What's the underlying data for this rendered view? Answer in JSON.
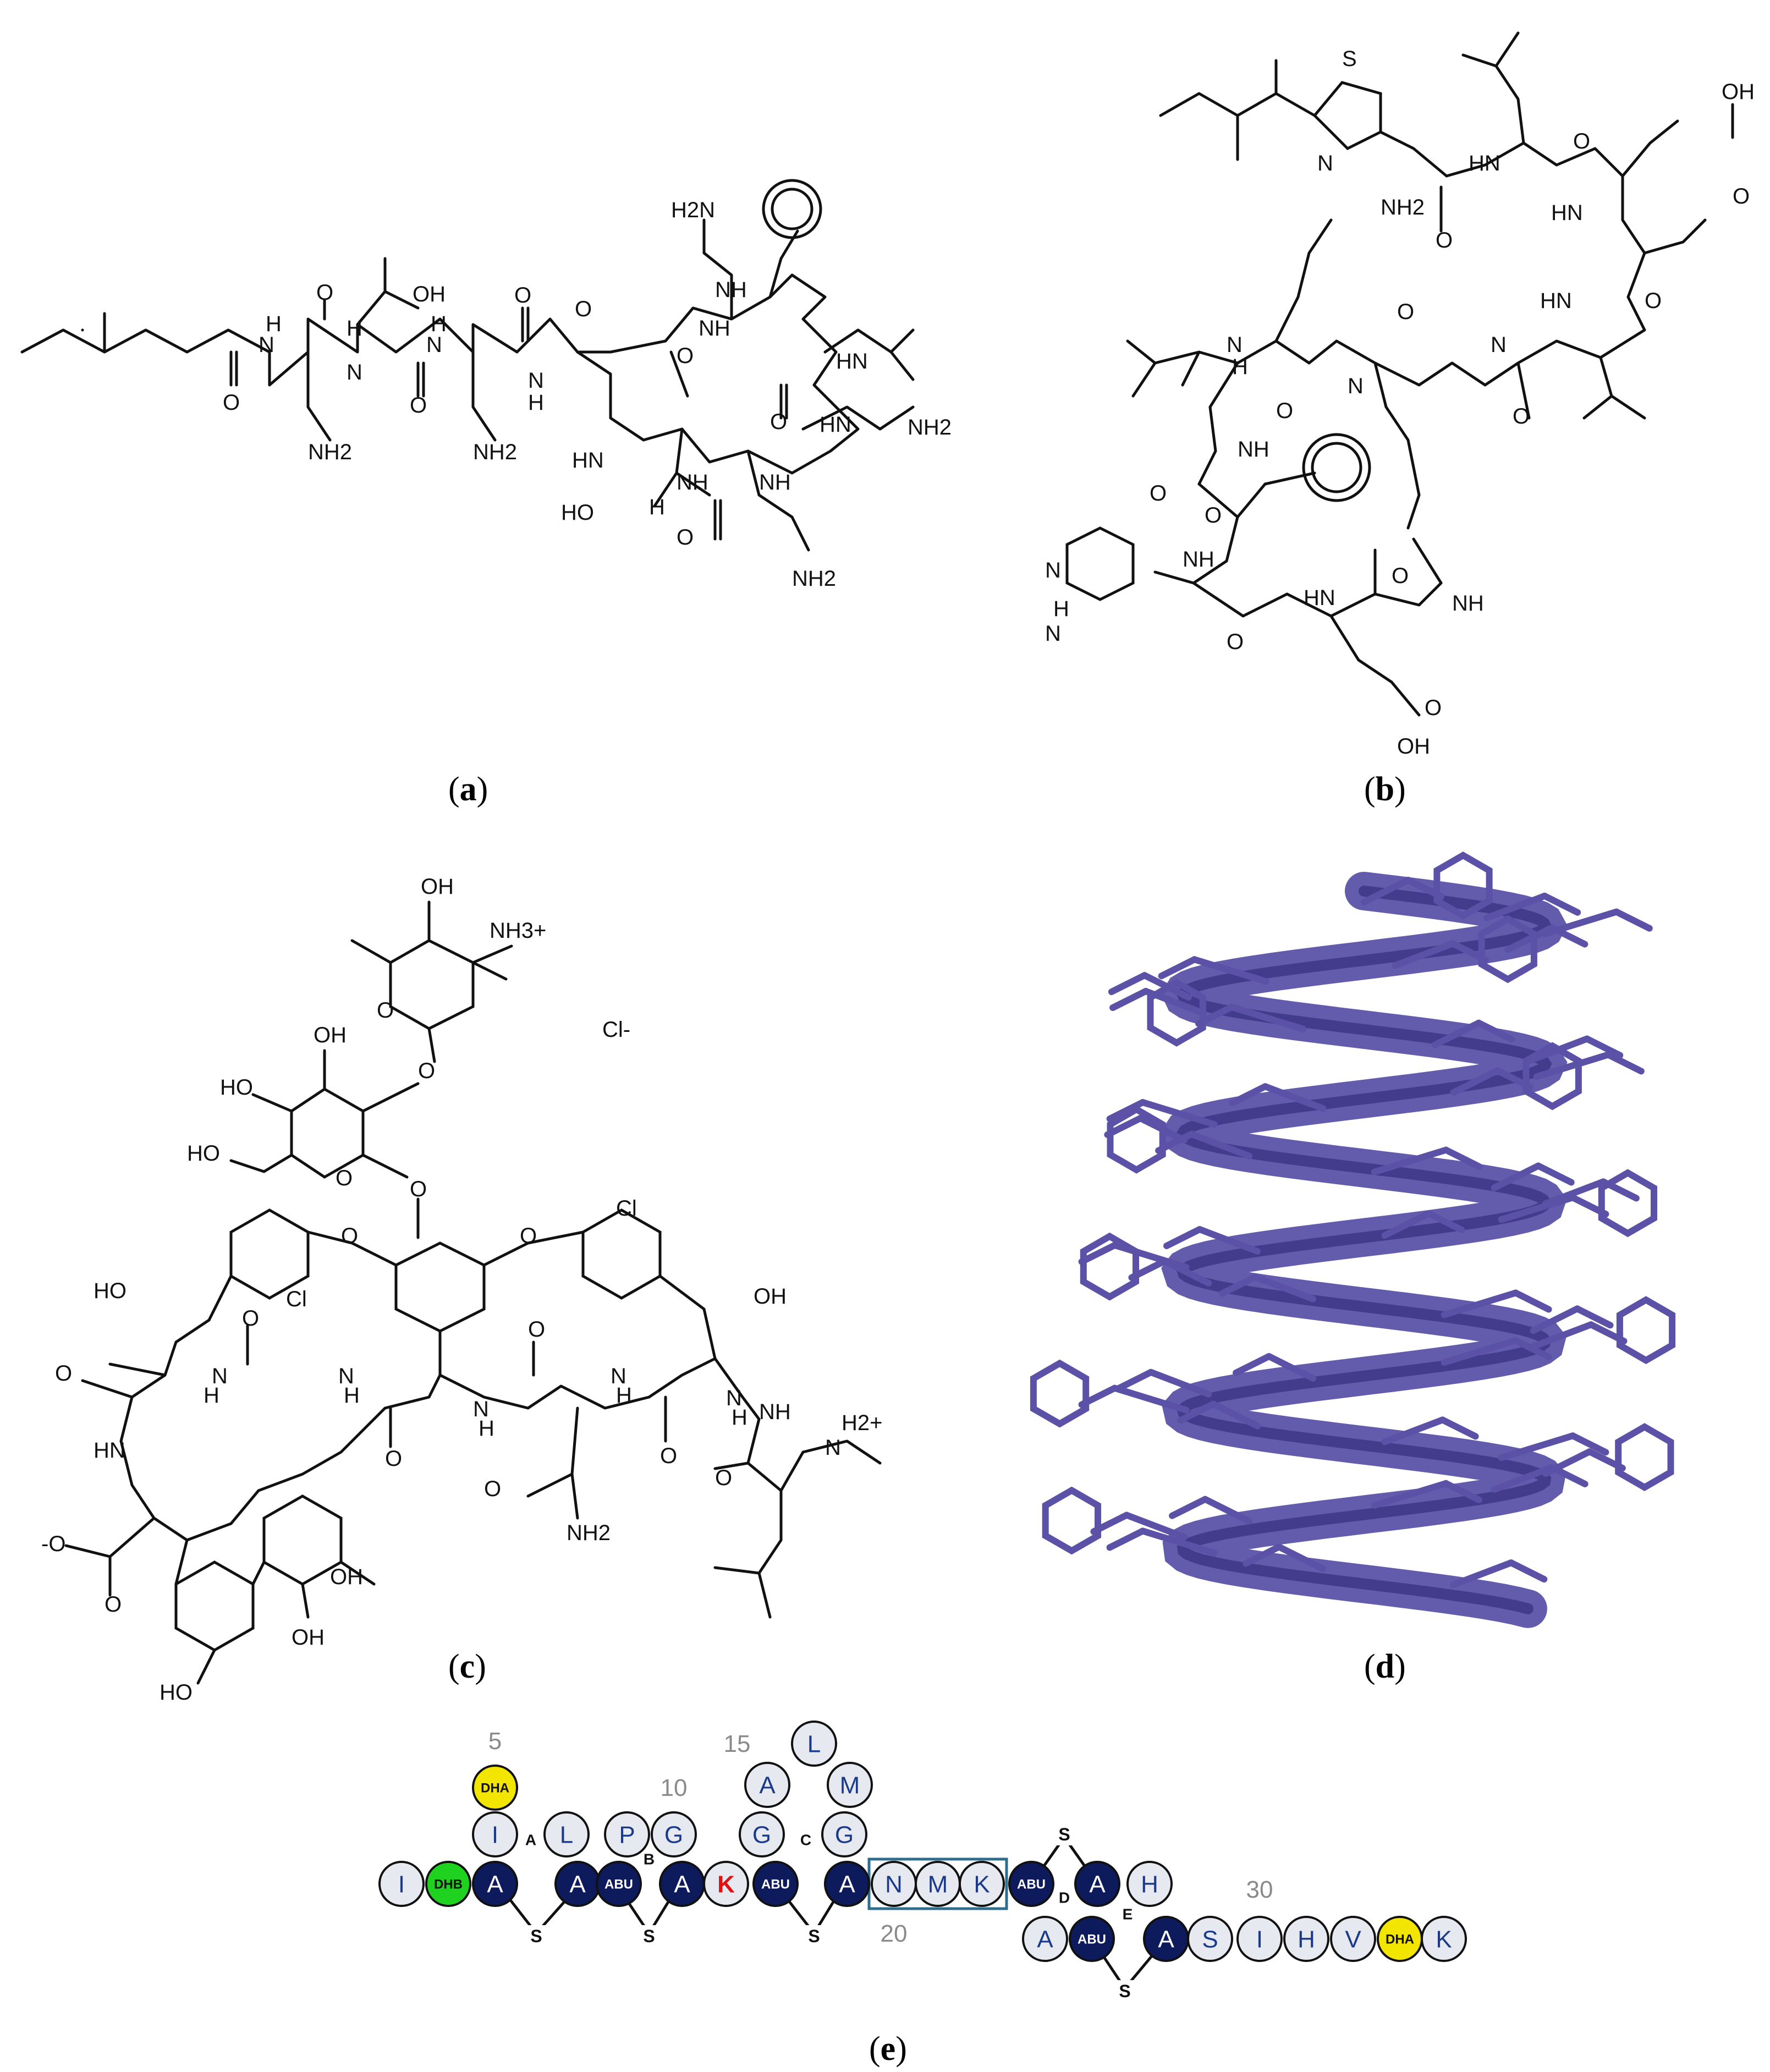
{
  "panels": {
    "a": {
      "label": "a",
      "atoms": [
        "OH",
        "H",
        "H",
        "H",
        "N",
        "N",
        "N",
        "N",
        "H",
        "O",
        "O",
        "O",
        "O",
        "NH2",
        "NH2",
        "H2N",
        "NH",
        "NH",
        "HN",
        "HN",
        "HN",
        "NH",
        "NH",
        "NH2",
        "NH2",
        "HO",
        "O",
        "O",
        "O",
        "H",
        "O"
      ]
    },
    "b": {
      "label": "b",
      "atoms": [
        "S",
        "N",
        "HN",
        "O",
        "O",
        "OH",
        "HN",
        "O",
        "HN",
        "O",
        "NH2",
        "N",
        "H",
        "N",
        "O",
        "O",
        "N",
        "O",
        "NH",
        "O",
        "NH",
        "O",
        "N",
        "H",
        "HN",
        "N",
        "O",
        "O",
        "NH",
        "O",
        "OH"
      ]
    },
    "c": {
      "label": "c",
      "atoms": [
        "OH",
        "NH3+",
        "O",
        "Cl-",
        "OH",
        "HO",
        "O",
        "HO",
        "O",
        "O",
        "O",
        "O",
        "Cl",
        "Cl",
        "HO",
        "OH",
        "O",
        "N",
        "H",
        "O",
        "N",
        "H",
        "O",
        "N",
        "H",
        "O",
        "N",
        "H",
        "O",
        "N",
        "H",
        "HN",
        "O",
        "NH",
        "H2+",
        "N",
        "O",
        "-O",
        "O",
        "NH2",
        "HO",
        "OH",
        "OH"
      ]
    },
    "d": {
      "label": "d",
      "color": "#5b52a8"
    },
    "e": {
      "label": "e",
      "residues_row1": [
        {
          "t": "I",
          "k": "std"
        },
        {
          "t": "DHB",
          "k": "dhb"
        },
        {
          "t": "A",
          "k": "dark"
        },
        {
          "t": "I",
          "k": "std"
        },
        {
          "t": "DHA",
          "k": "dha"
        },
        {
          "t": "L",
          "k": "std"
        },
        {
          "t": "A",
          "k": "dark"
        },
        {
          "t": "ABU",
          "k": "dark"
        },
        {
          "t": "P",
          "k": "std"
        },
        {
          "t": "G",
          "k": "std"
        },
        {
          "t": "A",
          "k": "dark"
        },
        {
          "t": "K",
          "k": "lys"
        },
        {
          "t": "ABU",
          "k": "dark"
        },
        {
          "t": "G",
          "k": "std"
        },
        {
          "t": "A",
          "k": "std"
        },
        {
          "t": "L",
          "k": "std"
        },
        {
          "t": "M",
          "k": "std"
        },
        {
          "t": "G",
          "k": "std"
        },
        {
          "t": "A",
          "k": "dark"
        },
        {
          "t": "N",
          "k": "std"
        },
        {
          "t": "M",
          "k": "std"
        },
        {
          "t": "K",
          "k": "std"
        }
      ],
      "residues_row2": [
        {
          "t": "ABU",
          "k": "dark"
        },
        {
          "t": "A",
          "k": "dark"
        },
        {
          "t": "H",
          "k": "std"
        },
        {
          "t": "A",
          "k": "std"
        },
        {
          "t": "ABU",
          "k": "dark"
        },
        {
          "t": "A",
          "k": "dark"
        },
        {
          "t": "S",
          "k": "std"
        },
        {
          "t": "I",
          "k": "std"
        },
        {
          "t": "H",
          "k": "std"
        },
        {
          "t": "V",
          "k": "std"
        },
        {
          "t": "DHA",
          "k": "dha"
        },
        {
          "t": "K",
          "k": "std"
        }
      ],
      "position_numbers": [
        "5",
        "10",
        "15",
        "20",
        "30"
      ],
      "ring_letters": [
        "A",
        "B",
        "C",
        "D",
        "E"
      ],
      "sulfur": "S",
      "colors": {
        "dark": "#0d1a5c",
        "light": "#e6e9f0",
        "dha": "#f2e600",
        "dhb": "#1fd21f",
        "lys": "#e11111",
        "box": "#2d6e8e",
        "light_text": "#1c3a8a"
      }
    }
  }
}
